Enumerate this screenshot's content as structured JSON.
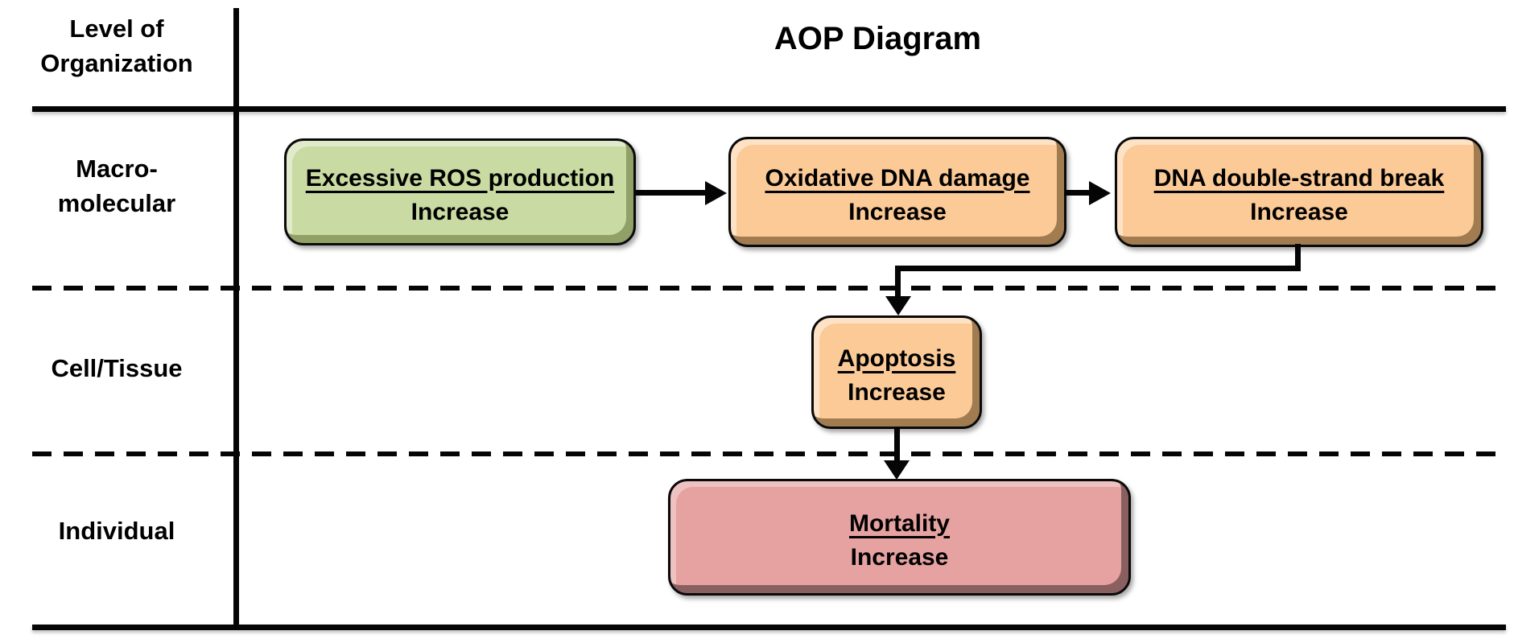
{
  "diagram": {
    "title": "AOP Diagram",
    "corner_label_lines": [
      "Level of",
      "Organization"
    ]
  },
  "levels": [
    {
      "label_lines": [
        "Macro-",
        "molecular"
      ]
    },
    {
      "label_lines": [
        "Cell/Tissue"
      ]
    },
    {
      "label_lines": [
        "Individual"
      ]
    }
  ],
  "nodes": [
    {
      "id": "excessive-ros-production",
      "title": "Excessive ROS production",
      "change": "Increase",
      "level": "Macro-molecular",
      "fill": "#c9dba2"
    },
    {
      "id": "oxidative-dna-damage",
      "title": "Oxidative DNA damage",
      "change": "Increase",
      "level": "Macro-molecular",
      "fill": "#fbca97"
    },
    {
      "id": "dna-double-strand-break",
      "title": "DNA double-strand break",
      "change": "Increase",
      "level": "Macro-molecular",
      "fill": "#fbca97"
    },
    {
      "id": "apoptosis",
      "title": "Apoptosis",
      "change": "Increase",
      "level": "Cell/Tissue",
      "fill": "#fbca97"
    },
    {
      "id": "mortality",
      "title": "Mortality",
      "change": "Increase",
      "level": "Individual",
      "fill": "#e6a2a1"
    }
  ],
  "edges": [
    {
      "from": "excessive-ros-production",
      "to": "oxidative-dna-damage"
    },
    {
      "from": "oxidative-dna-damage",
      "to": "dna-double-strand-break"
    },
    {
      "from": "dna-double-strand-break",
      "to": "apoptosis"
    },
    {
      "from": "apoptosis",
      "to": "mortality"
    }
  ],
  "colors": {
    "line": "#050505",
    "green_fill": "#c9dba2",
    "orange_fill": "#fbca97",
    "pink_fill": "#e6a2a1"
  }
}
